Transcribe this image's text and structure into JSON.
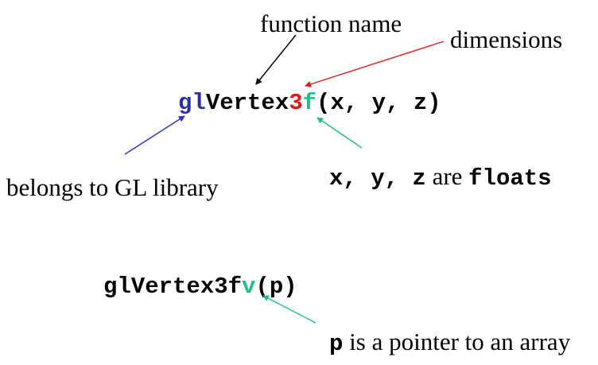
{
  "labels": {
    "function_name": "function name",
    "dimensions": "dimensions",
    "belongs_to_gl": "belongs to GL library",
    "are_word": "are",
    "is_pointer": "is a pointer to an array"
  },
  "code": {
    "prefix": "gl",
    "name": "Vertex",
    "dim": "3",
    "type": "f",
    "args": "(x, y, z)",
    "args_vars": "x, y, z",
    "type_word": "floats",
    "vector_func_base": "glVertex3f",
    "vector_suffix": "v",
    "vector_args": "(p)",
    "pointer_var": "p"
  },
  "colors": {
    "prefix": "#2c2fa8",
    "dim": "#ee1111",
    "type": "#1fbf8a",
    "text": "#000000",
    "arrow_function_name": "#000000",
    "arrow_dimensions": "#e21a1a",
    "arrow_gl": "#2b2fc0",
    "arrow_type": "#19c08a"
  }
}
